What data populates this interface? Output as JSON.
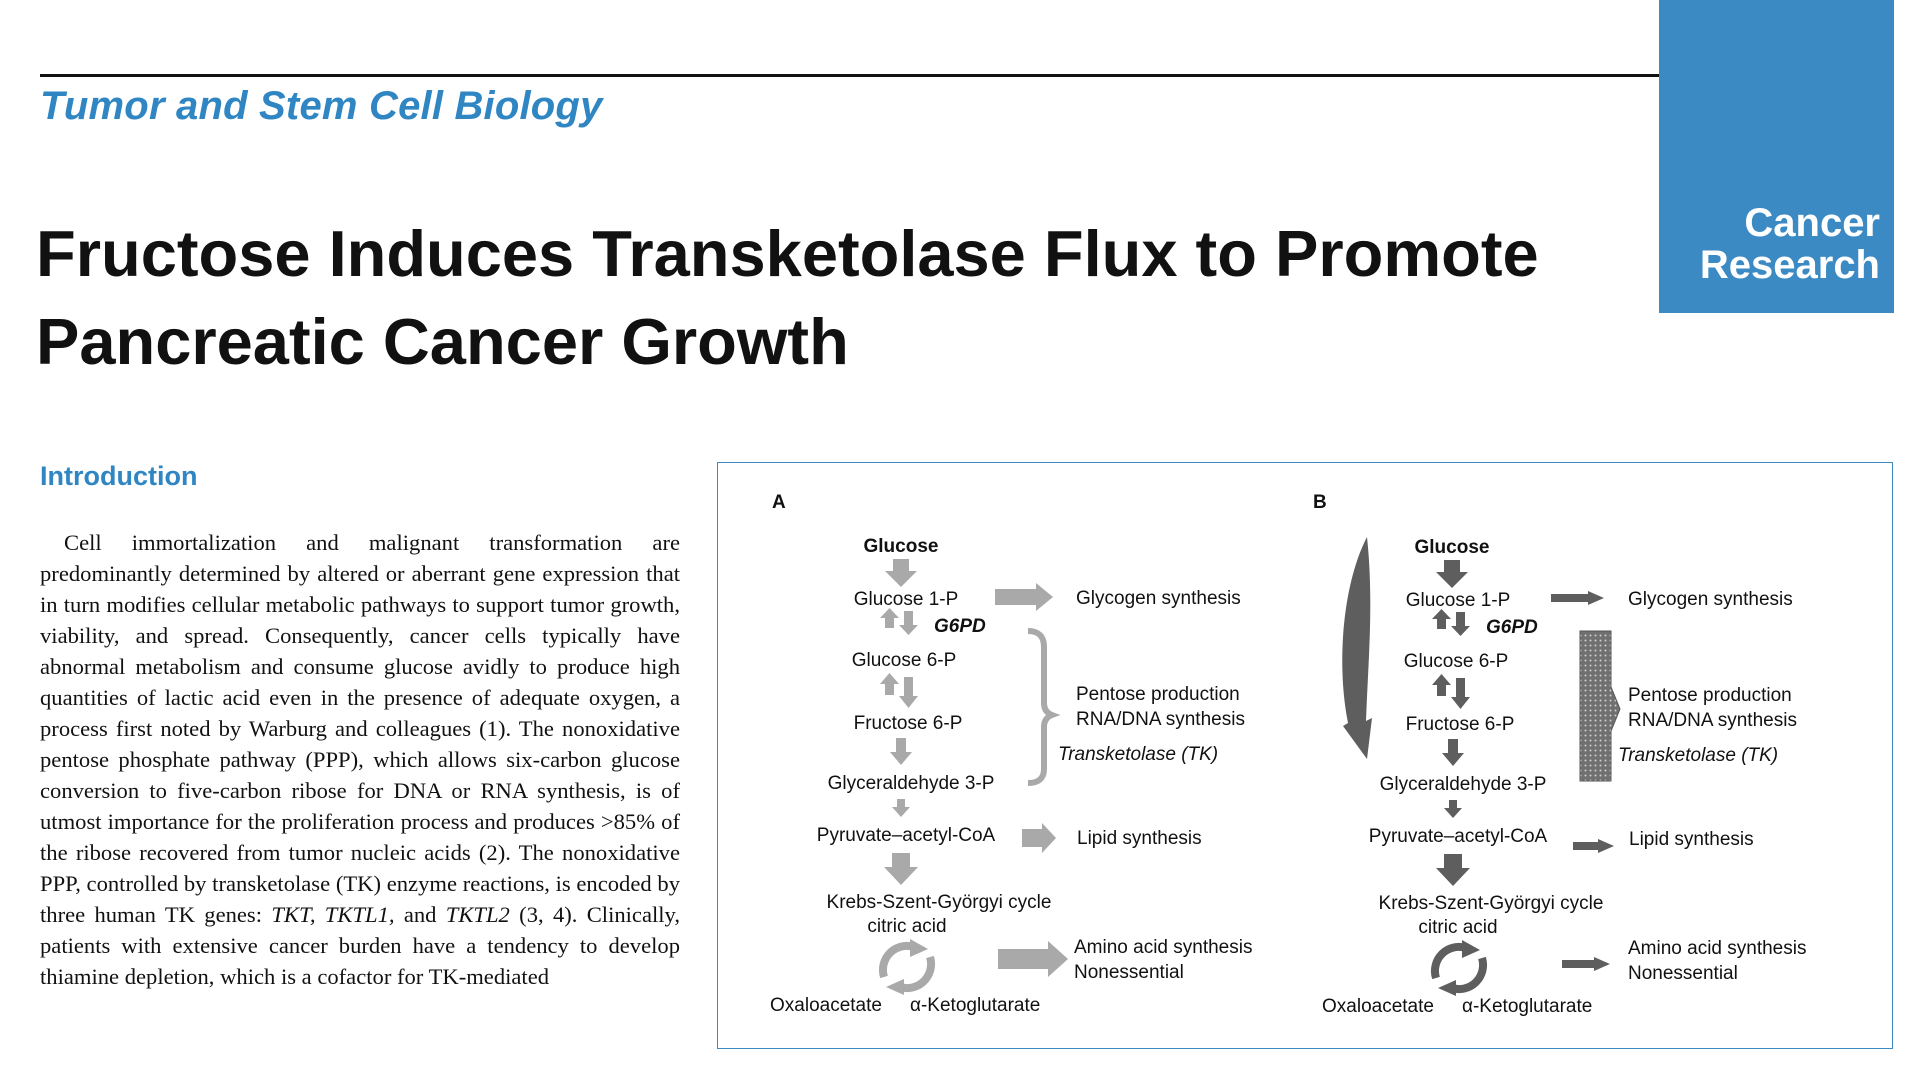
{
  "header": {
    "section_label": "Tumor and Stem Cell Biology",
    "journal_line1": "Cancer",
    "journal_line2": "Research",
    "accent_color": "#3b8ac4"
  },
  "article": {
    "title": "Fructose Induces Transketolase Flux to Promote Pancreatic Cancer Growth"
  },
  "intro": {
    "heading": "Introduction",
    "paragraph_before_genes": "Cell immortalization and malignant transformation are predominantly determined by altered or aberrant gene expression that in turn modifies cellular metabolic pathways to support tumor growth, viability, and spread. Consequently, cancer cells typically have abnormal metabolism and con­sume glucose avidly to produce high quantities of lactic acid even in the presence of adequate oxygen, a process first noted by Warburg and colleagues (1). The nonoxidative pen­tose phosphate pathway (PPP), which allows six-carbon glucose conversion to five-carbon ribose for DNA or RNA synthesis, is of utmost importance for the proliferation pro­cess and produces >85% of the ribose recovered from tumor nucleic acids (2). The nonoxidative PPP, controlled by trans­ketolase (TK) enzyme reactions, is encoded by three human TK genes: ",
    "gene1": "TKT, TKTL1,",
    "and_text": " and ",
    "gene2": "TKTL2",
    "paragraph_after_genes": " (3, 4). Clinically, patients with extensive cancer burden have a tendency to develop thiamine depletion, which is a cofactor for TK-mediated"
  },
  "figure": {
    "panel_a": {
      "label": "A",
      "glucose": "Glucose",
      "glucose1p": "Glucose 1-P",
      "g6pd": "G6PD",
      "glucose6p": "Glucose 6-P",
      "fructose6p": "Fructose 6-P",
      "glyceraldehyde": "Glyceraldehyde 3-P",
      "pyruvate": "Pyruvate–acetyl-CoA",
      "krebs": "Krebs-Szent-Györgyi cycle",
      "citric": "citric acid",
      "oxaloacetate": "Oxaloacetate",
      "ketoglutarate": "α-Ketoglutarate",
      "glycogen": "Glycogen synthesis",
      "pentose": "Pentose production",
      "rnadna": "RNA/DNA synthesis",
      "tk": "Transketolase (TK)",
      "lipid": "Lipid synthesis",
      "amino": "Amino acid synthesis",
      "nonessential": "Nonessential"
    },
    "panel_b": {
      "label": "B",
      "glucose": "Glucose",
      "glucose1p": "Glucose 1-P",
      "g6pd": "G6PD",
      "glucose6p": "Glucose 6-P",
      "fructose6p": "Fructose 6-P",
      "glyceraldehyde": "Glyceraldehyde 3-P",
      "pyruvate": "Pyruvate–acetyl-CoA",
      "krebs": "Krebs-Szent-Györgyi cycle",
      "citric": "citric acid",
      "oxaloacetate": "Oxaloacetate",
      "ketoglutarate": "α-Ketoglutarate",
      "glycogen": "Glycogen synthesis",
      "pentose": "Pentose production",
      "rnadna": "RNA/DNA synthesis",
      "tk": "Transketolase (TK)",
      "lipid": "Lipid synthesis",
      "amino": "Amino acid synthesis",
      "nonessential": "Nonessential"
    }
  }
}
